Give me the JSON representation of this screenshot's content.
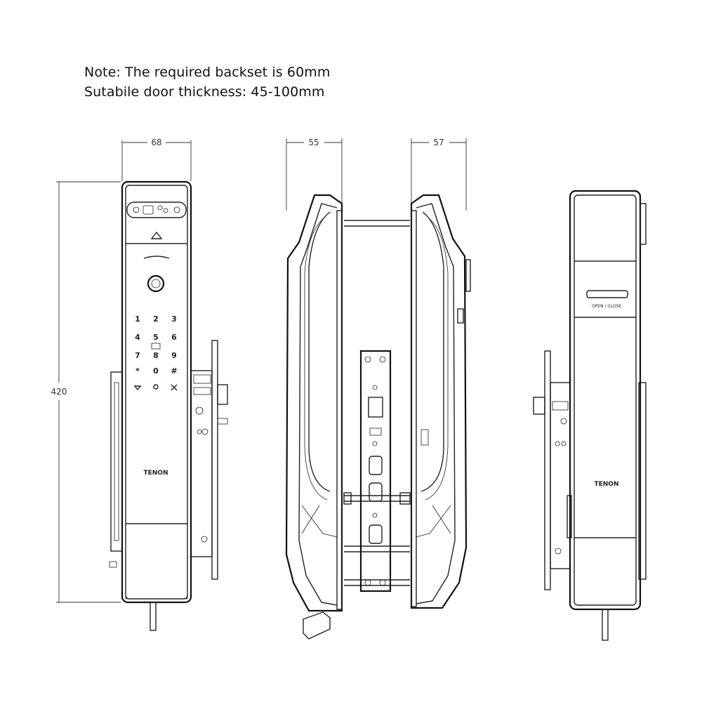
{
  "note": {
    "line1": "Note: The required backset is 60mm",
    "line2": "Sutabile door thickness: 45-100mm"
  },
  "dimensions": {
    "front_width": "68",
    "front_height": "420",
    "side_left_depth": "55",
    "side_right_depth": "57"
  },
  "keypad": {
    "keys": [
      "1",
      "2",
      "3",
      "4",
      "5",
      "6",
      "7",
      "8",
      "9",
      "*",
      "0",
      "#"
    ]
  },
  "labels": {
    "brand_front": "TENON",
    "brand_back": "TENON",
    "open_close": "OPEN / CLOSE"
  }
}
